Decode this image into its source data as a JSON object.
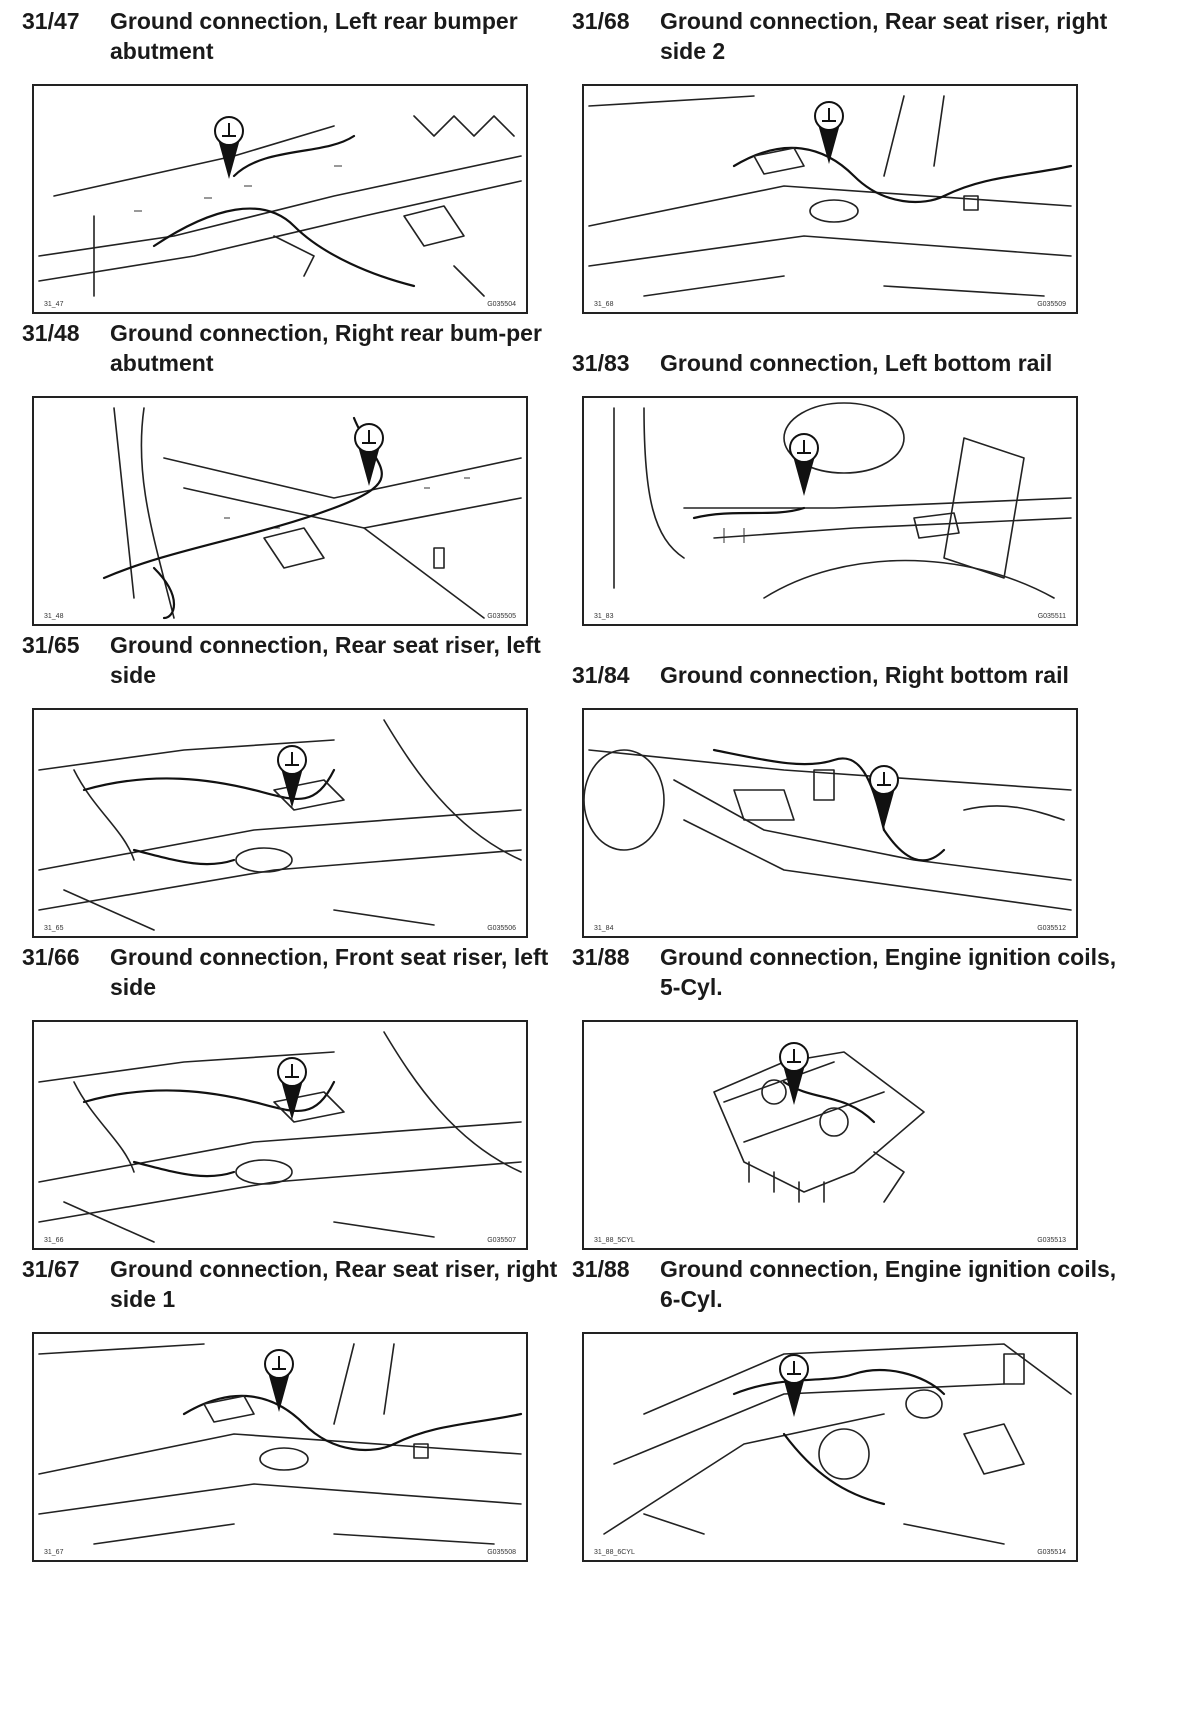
{
  "entries": [
    {
      "code": "31/47",
      "title": "Ground connection, Left rear bumper abutment",
      "figure_label": "31_47",
      "figure_id": "G035504",
      "icon": "ground-symbol-icon"
    },
    {
      "code": "31/68",
      "title": "Ground connection, Rear seat riser, right side 2",
      "figure_label": "31_68",
      "figure_id": "G035509",
      "icon": "ground-symbol-icon"
    },
    {
      "code": "31/48",
      "title": "Ground connection, Right rear bum-per abutment",
      "figure_label": "31_48",
      "figure_id": "G035505",
      "icon": "ground-symbol-icon"
    },
    {
      "code": "31/83",
      "title": "Ground connection, Left bottom rail",
      "figure_label": "31_83",
      "figure_id": "G035511",
      "icon": "ground-symbol-icon"
    },
    {
      "code": "31/65",
      "title": "Ground connection, Rear seat riser, left side",
      "figure_label": "31_65",
      "figure_id": "G035506",
      "icon": "ground-symbol-icon"
    },
    {
      "code": "31/84",
      "title": "Ground connection, Right bottom rail",
      "figure_label": "31_84",
      "figure_id": "G035512",
      "icon": "ground-symbol-icon"
    },
    {
      "code": "31/66",
      "title": "Ground connection, Front seat riser, left side",
      "figure_label": "31_66",
      "figure_id": "G035507",
      "icon": "ground-symbol-icon"
    },
    {
      "code": "31/88",
      "title": "Ground connection, Engine ignition coils, 5-Cyl.",
      "figure_label": "31_88_5CYL",
      "figure_id": "G035513",
      "icon": "ground-symbol-icon"
    },
    {
      "code": "31/67",
      "title": "Ground connection, Rear seat riser, right side 1",
      "figure_label": "31_67",
      "figure_id": "G035508",
      "icon": "ground-symbol-icon"
    },
    {
      "code": "31/88",
      "title": "Ground connection, Engine ignition coils, 6-Cyl.",
      "figure_label": "31_88_6CYL",
      "figure_id": "G035514",
      "icon": "ground-symbol-icon"
    }
  ]
}
